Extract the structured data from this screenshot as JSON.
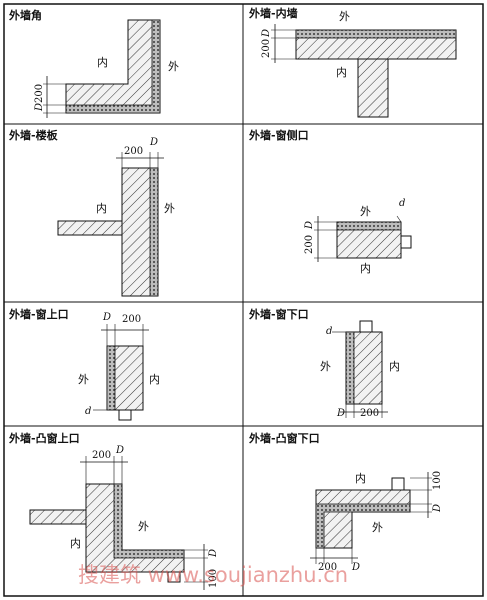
{
  "colors": {
    "line": "#111111",
    "hatch": "#333333",
    "insulation": "#555555",
    "watermark": "#d9534f"
  },
  "panels": [
    {
      "title": "外墙角",
      "inner": "内",
      "outer": "外",
      "dims": [
        "D",
        "200"
      ]
    },
    {
      "title": "外墙-内墙",
      "inner": "内",
      "outer": "外",
      "dims": [
        "D",
        "200"
      ]
    },
    {
      "title": "外墙-楼板",
      "inner": "内",
      "outer": "外",
      "dims": [
        "200",
        "D"
      ]
    },
    {
      "title": "外墙-窗侧口",
      "inner": "内",
      "outer": "外",
      "dims": [
        "d",
        "D",
        "200"
      ]
    },
    {
      "title": "外墙-窗上口",
      "inner": "内",
      "outer": "外",
      "dims": [
        "D",
        "200",
        "d"
      ]
    },
    {
      "title": "外墙-窗下口",
      "inner": "内",
      "outer": "外",
      "dims": [
        "d",
        "D",
        "200"
      ]
    },
    {
      "title": "外墙-凸窗上口",
      "inner": "内",
      "outer": "外",
      "dims": [
        "200",
        "D",
        "D",
        "100"
      ]
    },
    {
      "title": "外墙-凸窗下口",
      "inner": "内",
      "outer": "外",
      "dims": [
        "100",
        "D",
        "200",
        "D"
      ]
    }
  ],
  "watermark": "搜建筑 www.soujianzhu.cn"
}
